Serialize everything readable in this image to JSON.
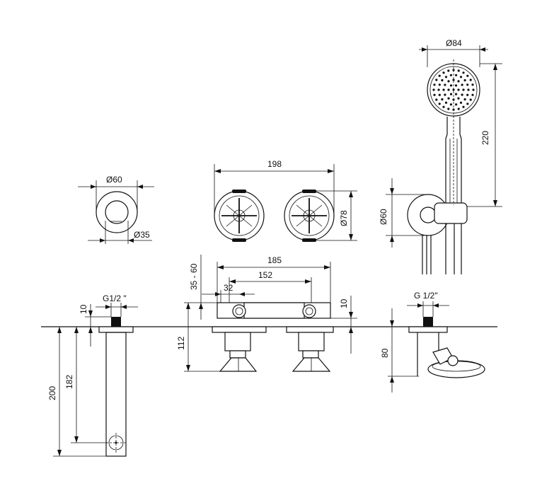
{
  "dimensions": {
    "hand_shower_diameter": "Ø84",
    "hand_shower_length": "220",
    "knobs_span": "198",
    "knob_diameter": "Ø78",
    "rosette_diameter": "Ø60",
    "spout_rosette_diameter": "Ø60",
    "spout_inner_diameter": "Ø35",
    "body_span_outer": "185",
    "body_span_inner": "152",
    "outlet_offset": "32",
    "deck_thickness": "35 - 60",
    "valve_height": "112",
    "valve_top": "10",
    "spout_thread": "G1/2 \"",
    "spout_top": "10",
    "spout_total": "200",
    "spout_reach": "182",
    "holder_thread": "G 1/2\"",
    "holder_height": "80"
  }
}
